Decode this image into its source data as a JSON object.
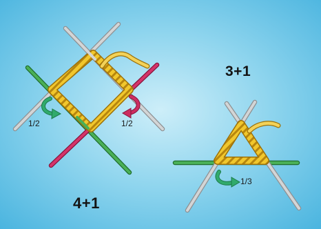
{
  "illustration": {
    "left_setup_label": "4+1",
    "right_setup_label": "3+1",
    "left_fraction_label": "1/2",
    "right_fraction_label": "1/2",
    "triangle_fraction_label": "1/3"
  },
  "colors": {
    "background": "#6cc6e4",
    "needle_gray": "#b9bcbe",
    "needle_green": "#3c9c48",
    "needle_pink": "#c9265b",
    "yarn_yellow": "#f1c72d",
    "arrow_green": "#2fa46a",
    "arrow_pink": "#c9265b"
  },
  "icons": {
    "knitting_needle": "needle-shape",
    "yarn": "rope-shape",
    "turn_arrow": "curved-arrow"
  }
}
